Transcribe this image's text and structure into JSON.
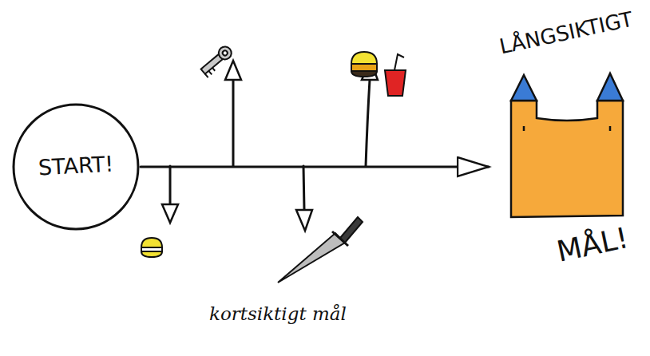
{
  "diagram": {
    "nodes": [
      {
        "text": [
          "START!"
        ]
      },
      {
        "text": [
          "LÅNGSIKTIGT",
          "MÅL!"
        ]
      }
    ],
    "edges": [
      {
        "from": 0,
        "to": 1,
        "arrow": "to"
      }
    ],
    "labels": [
      "kortsiktigt mål"
    ]
  }
}
